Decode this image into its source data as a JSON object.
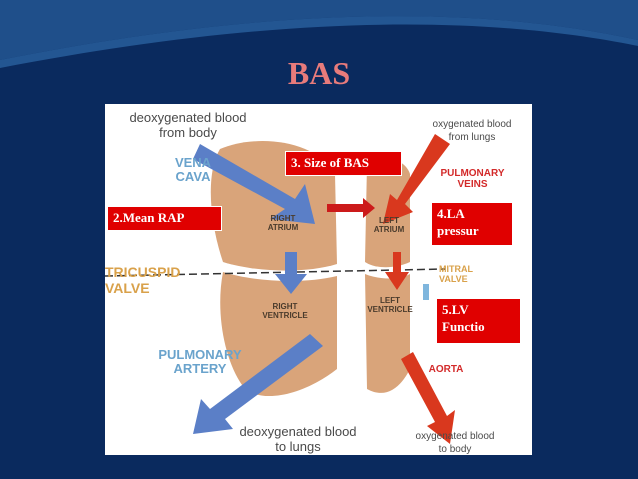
{
  "slide_title": "BAS",
  "diagram": {
    "deoxy_from_body": "deoxygenated blood\nfrom body",
    "oxy_from_lungs": "oxygenated blood\nfrom lungs",
    "vena_cava": "VENA\nCAVA",
    "pulmonary_veins": "PULMONARY\nVEINS",
    "right_atrium": "RIGHT\nATRIUM",
    "left_atrium": "LEFT\nATRIUM",
    "tricuspid_valve": "TRICUSPID\nVALVE",
    "mitral_valve": "MITRAL\nVALVE",
    "right_ventricle": "RIGHT\nVENTRICLE",
    "left_ventricle": "LEFT\nVENTRICLE",
    "pulmonary_artery": "PULMONARY\nARTERY",
    "aorta": "AORTA",
    "deoxy_to_lungs": "deoxygenated blood\nto lungs",
    "oxy_to_body": "oxygenated blood\nto body"
  },
  "callouts": {
    "size_of_bas": "3. Size of BAS",
    "mean_rap": "2.Mean RAP",
    "la_pressure": "4.LA\npressur",
    "lv_function": "5.LV\nFunctio"
  },
  "colors": {
    "background": "#0a2a5e",
    "title": "#e87b7b",
    "callout_fill": "#e00000",
    "heart_tissue": "#d9a47a",
    "deoxy_arrow": "#5b7fc7",
    "oxy_arrow": "#d9381e"
  }
}
